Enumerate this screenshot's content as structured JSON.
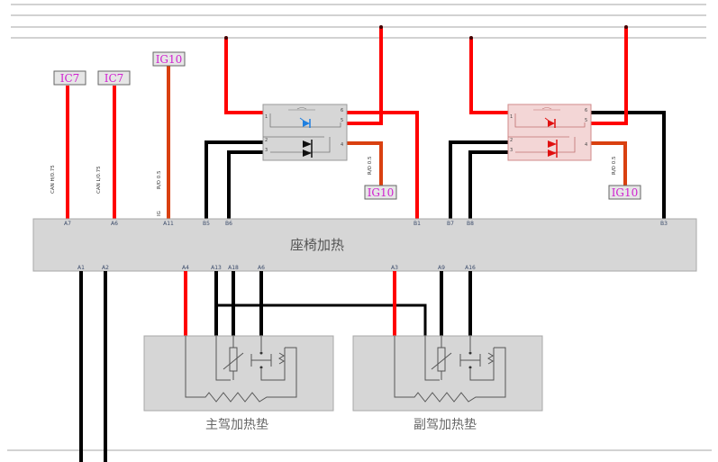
{
  "diagram": {
    "title": "座椅加热",
    "colors": {
      "power_red": "#ff0000",
      "ign_orange": "#d94010",
      "ground_black": "#000000",
      "module_fill": "#d6d6d6",
      "relay2_fill": "#f3d6d6",
      "tag_text": "#d020d0",
      "led_blue": "#1e7fe0"
    },
    "tags": {
      "ic7_a": "IC7",
      "ic7_b": "IC7",
      "ig10_top": "IG10",
      "ig10_relay1": "IG10",
      "ig10_relay2": "IG10"
    },
    "wire_labels": {
      "a7": "CAN H/0.75",
      "a6": "CAN L/0.75",
      "a11": "R/O 0.5",
      "a11_sub": "IG",
      "relay1_ig": "R/O 0.5",
      "relay2_ig": "R/O 0.5"
    },
    "top_pins": {
      "a7": "A7",
      "a6": "A6",
      "a11": "A11",
      "b5": "B5",
      "b6": "B6",
      "b1": "B1",
      "b7": "B7",
      "b8": "B8",
      "b3": "B3"
    },
    "bottom_pins": {
      "a1": "A1",
      "a2": "A2",
      "a4": "A4",
      "a13": "A13",
      "a18": "A18",
      "a6": "A6",
      "a3": "A3",
      "a9": "A9",
      "a16": "A16"
    },
    "relay_pins": {
      "p1": "1",
      "p2": "2",
      "p3": "3",
      "p4": "4",
      "p5": "5",
      "p6": "6"
    },
    "pads": {
      "driver": "主驾加热垫",
      "passenger": "副驾加热垫"
    }
  }
}
